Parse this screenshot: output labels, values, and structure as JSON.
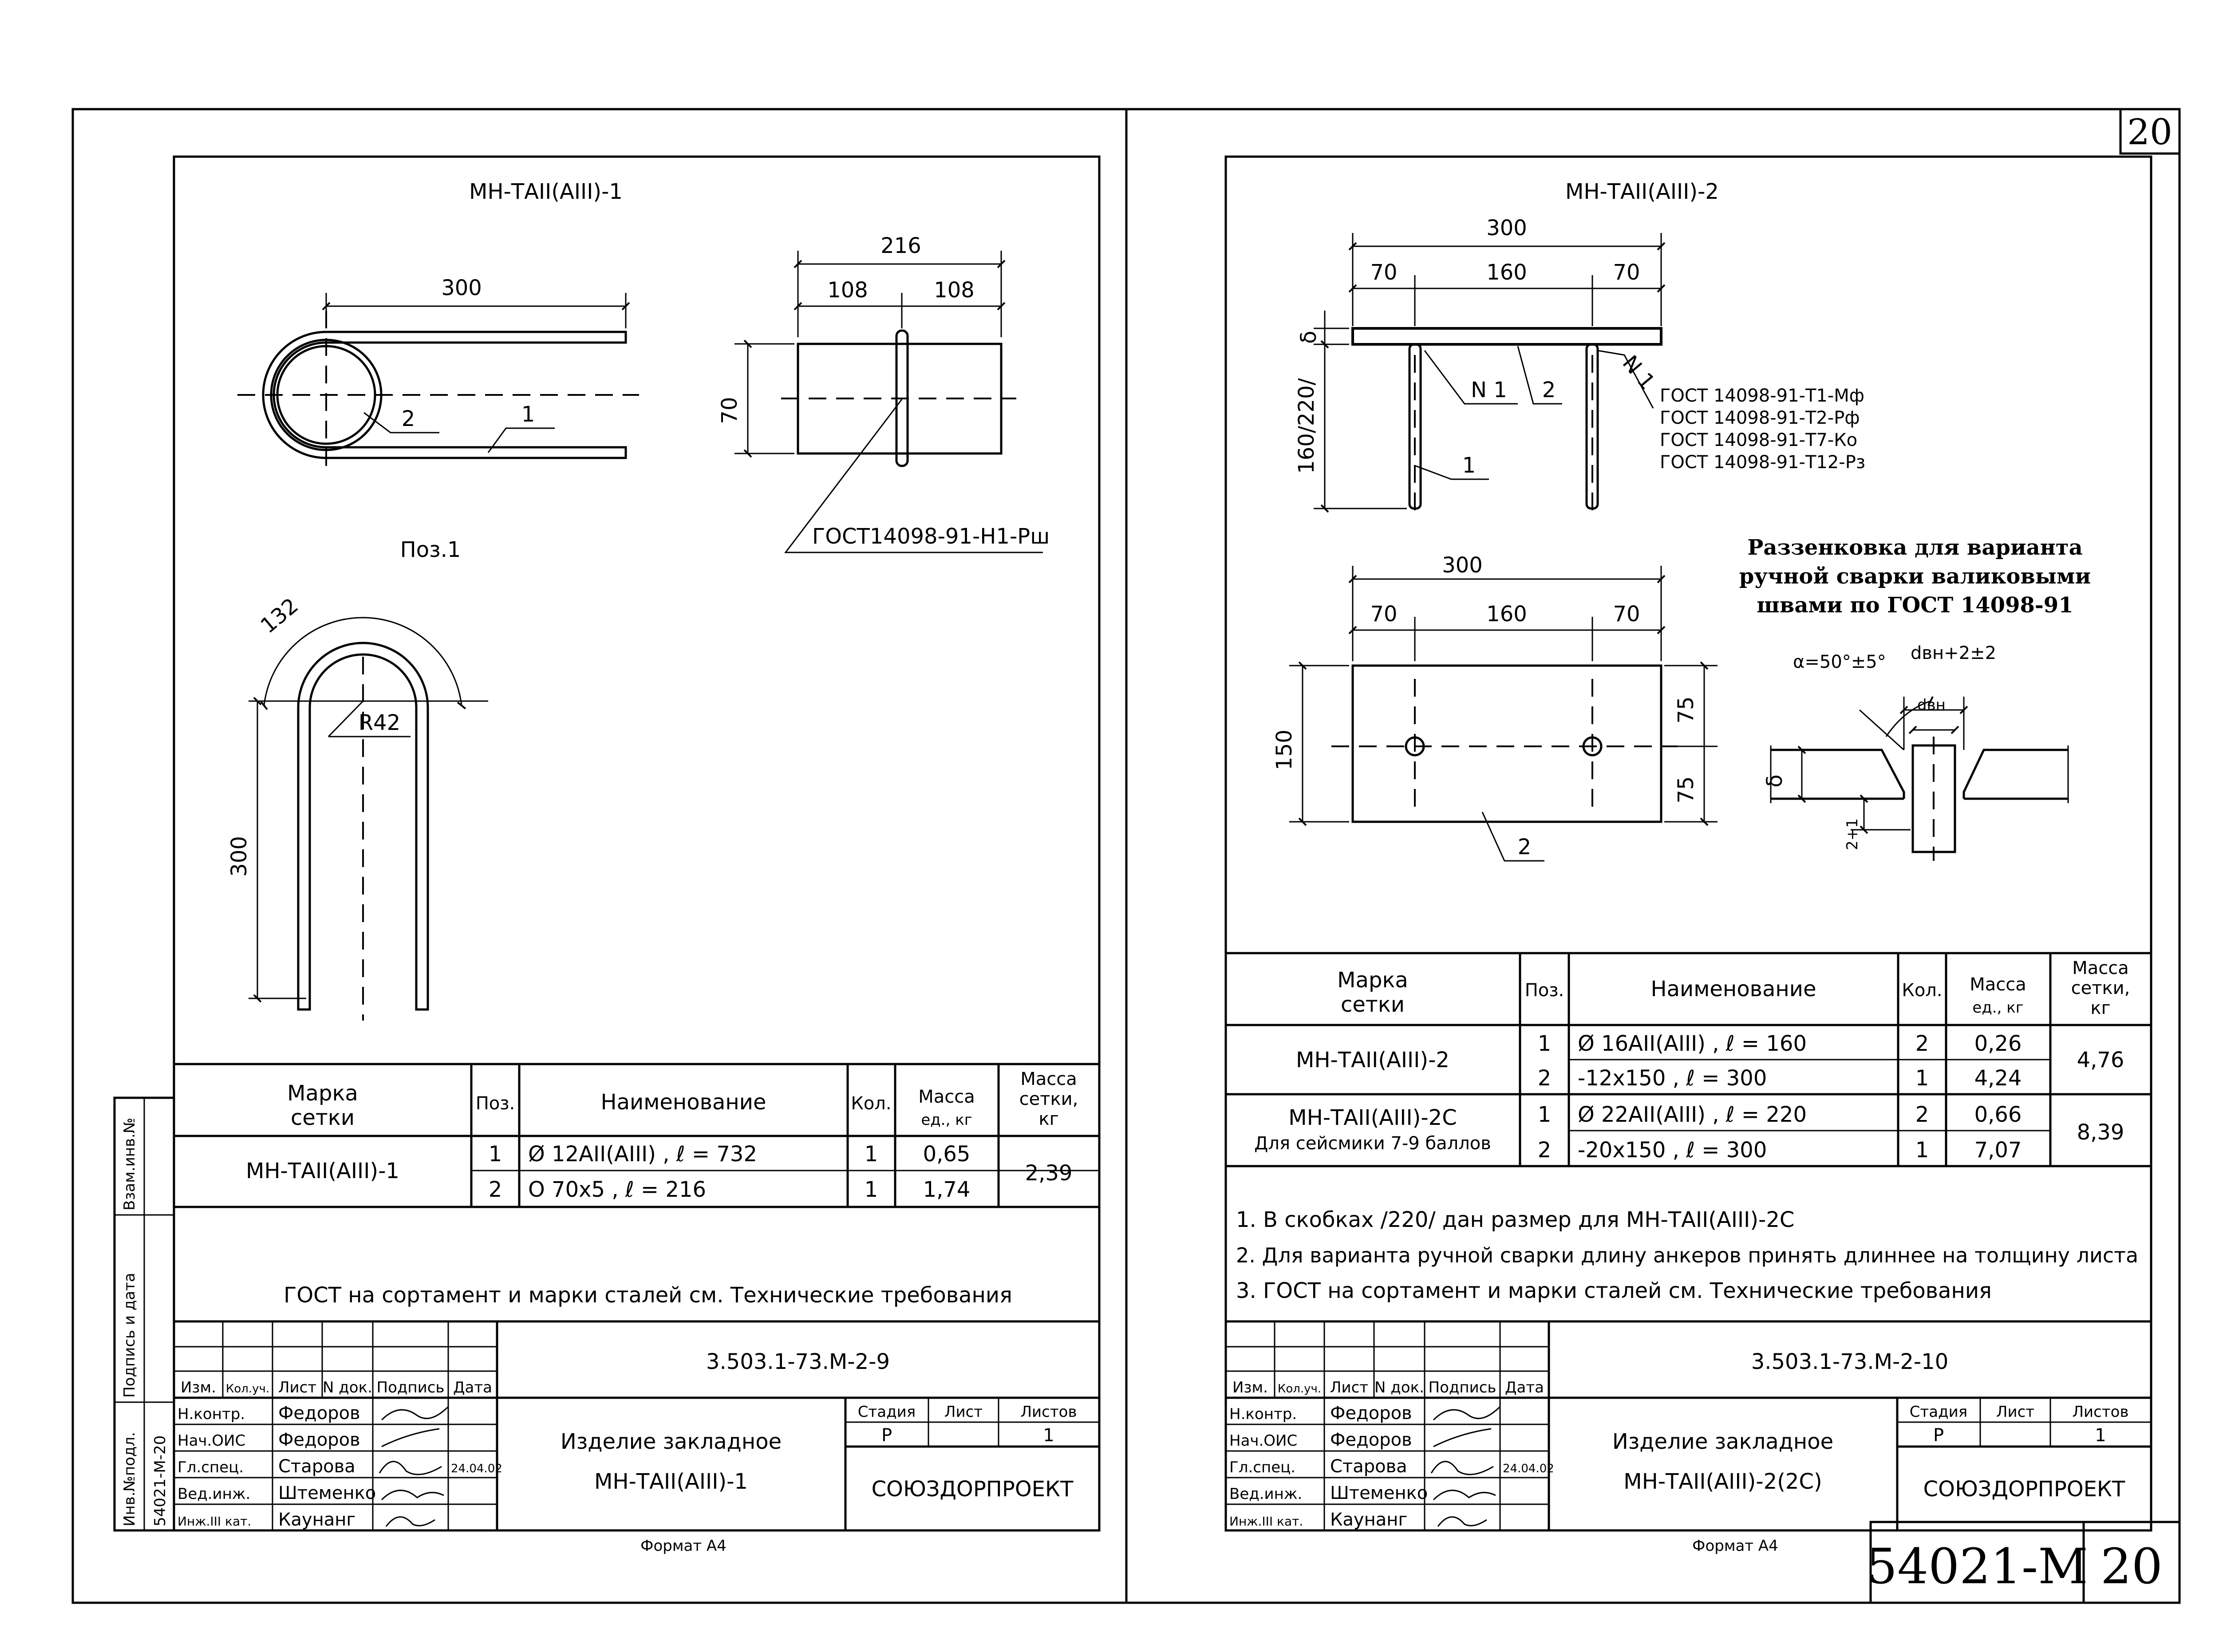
{
  "sheet_corner_number": "20",
  "sheet_code": "54021-M",
  "sheet_code_number": "20",
  "format_label": "Формат А4",
  "side_stamp": {
    "inv_orig": "Инв.№подл.",
    "signature_date": "Подпись и дата",
    "vzam_inv": "Взам.инв.№",
    "inv_number": "54021-М-20"
  },
  "left": {
    "title": "МН-ТАII(АIII)-1",
    "dims_top": {
      "d300": "300",
      "d216": "216",
      "d108a": "108",
      "d108b": "108",
      "d70": "70"
    },
    "callouts": {
      "p1": "1",
      "p2": "2"
    },
    "weld_note": "ГОСТ14098-91-Н1-Рш",
    "poz_label": "Поз.1",
    "dims_poz": {
      "d132": "132",
      "r42": "R42",
      "d300": "300"
    },
    "table": {
      "headers": {
        "marka": "Марка сетки",
        "poz": "Поз.",
        "name": "Наименование",
        "kol": "Кол.",
        "massa_ed": "Масса ед., кг",
        "massa_set": "Масса сетки, кг"
      },
      "mark": "МН-ТАII(АIII)-1",
      "rows": [
        {
          "poz": "1",
          "name": "Ø 12АII(АIII) ,  ℓ = 732",
          "kol": "1",
          "mass": "0,65"
        },
        {
          "poz": "2",
          "name": "О 70х5 ,    ℓ = 216",
          "kol": "1",
          "mass": "1,74"
        }
      ],
      "total": "2,39"
    },
    "note": "ГОСТ на сортамент и марки сталей см. Технические требования",
    "titleblock": {
      "code": "3.503.1-73.М-2-9",
      "cols": [
        "Изм.",
        "Кол.уч.",
        "Лист",
        "N док.",
        "Подпись",
        "Дата"
      ],
      "people": [
        {
          "role": "Н.контр.",
          "name": "Федоров"
        },
        {
          "role": "Нач.ОИС",
          "name": "Федоров"
        },
        {
          "role": "Гл.спец.",
          "name": "Старова"
        },
        {
          "role": "Вед.инж.",
          "name": "Штеменко"
        },
        {
          "role": "Инж.III кат.",
          "name": "Каунанг"
        }
      ],
      "date": "24.04.02",
      "item_title_1": "Изделие закладное",
      "item_title_2": "МН-ТАII(АIII)-1",
      "stage_h": "Стадия",
      "sheet_h": "Лист",
      "sheets_h": "Листов",
      "stage": "Р",
      "sheet": "",
      "sheets": "1",
      "org": "СОЮЗДОРПРОЕКТ"
    }
  },
  "right": {
    "title": "МН-ТАII(АIII)-2",
    "dims_front": {
      "d300": "300",
      "d70a": "70",
      "d160": "160",
      "d70b": "70",
      "delta": "δ",
      "d160_220": "160/220/"
    },
    "callouts_front": {
      "n1a": "N 1",
      "n1b": "N 1",
      "p2": "2",
      "p1": "1"
    },
    "weld_notes": [
      "ГОСТ 14098-91-Т1-Мф",
      "ГОСТ 14098-91-Т2-Рф",
      "ГОСТ 14098-91-Т7-Ко",
      "ГОСТ 14098-91-Т12-Рз"
    ],
    "dims_plan": {
      "d300": "300",
      "d70a": "70",
      "d160": "160",
      "d70b": "70",
      "d150": "150",
      "d75a": "75",
      "d75b": "75"
    },
    "callout_plan": "2",
    "razzen_title": [
      "Раззенковка для варианта",
      "ручной сварки валиковыми",
      "швами по ГОСТ 14098-91"
    ],
    "razzen": {
      "alpha": "α=50°±5°",
      "dbn2": "dвн+2±2",
      "dbn": "dвн",
      "delta": "δ",
      "gap": "2+1"
    },
    "table": {
      "headers": {
        "marka": "Марка сетки",
        "poz": "Поз.",
        "name": "Наименование",
        "kol": "Кол.",
        "massa_ed": "Масса ед., кг",
        "massa_set": "Масса сетки, кг"
      },
      "groups": [
        {
          "mark": "МН-ТАII(АIII)-2",
          "mark2": "",
          "total": "4,76",
          "rows": [
            {
              "poz": "1",
              "name": "Ø 16АII(АIII) ,  ℓ = 160",
              "kol": "2",
              "mass": "0,26"
            },
            {
              "poz": "2",
              "name": "-12х150 ,   ℓ = 300",
              "kol": "1",
              "mass": "4,24"
            }
          ]
        },
        {
          "mark": "МН-ТАII(АIII)-2С",
          "mark2": "Для сейсмики 7-9 баллов",
          "total": "8,39",
          "rows": [
            {
              "poz": "1",
              "name": "Ø 22АII(АIII) ,  ℓ = 220",
              "kol": "2",
              "mass": "0,66"
            },
            {
              "poz": "2",
              "name": "-20х150 ,   ℓ = 300",
              "kol": "1",
              "mass": "7,07"
            }
          ]
        }
      ]
    },
    "notes": [
      "1. В скобках /220/ дан размер для МН-ТАII(АIII)-2С",
      "2. Для варианта ручной сварки длину анкеров принять длиннее на толщину листа",
      "3. ГОСТ на сортамент и марки сталей см. Технические требования"
    ],
    "titleblock": {
      "code": "3.503.1-73.М-2-10",
      "cols": [
        "Изм.",
        "Кол.уч.",
        "Лист",
        "N док.",
        "Подпись",
        "Дата"
      ],
      "people": [
        {
          "role": "Н.контр.",
          "name": "Федоров"
        },
        {
          "role": "Нач.ОИС",
          "name": "Федоров"
        },
        {
          "role": "Гл.спец.",
          "name": "Старова"
        },
        {
          "role": "Вед.инж.",
          "name": "Штеменко"
        },
        {
          "role": "Инж.III кат.",
          "name": "Каунанг"
        }
      ],
      "date": "24.04.02",
      "item_title_1": "Изделие закладное",
      "item_title_2": "МН-ТАII(АIII)-2(2С)",
      "stage_h": "Стадия",
      "sheet_h": "Лист",
      "sheets_h": "Листов",
      "stage": "Р",
      "sheet": "",
      "sheets": "1",
      "org": "СОЮЗДОРПРОЕКТ"
    }
  }
}
